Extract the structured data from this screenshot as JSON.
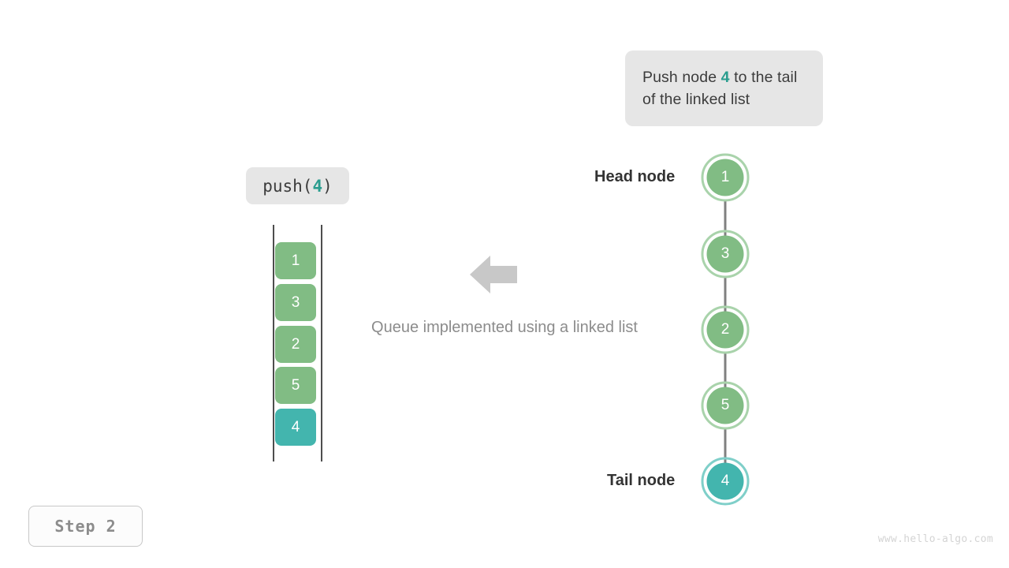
{
  "description": {
    "prefix": "Push node ",
    "highlight": "4",
    "suffix": " to the tail of the linked list"
  },
  "operation": {
    "name": "push(",
    "argument": "4",
    "close": ")"
  },
  "caption": "Queue implemented using a linked list",
  "queue": {
    "items": [
      {
        "value": "1",
        "color": "green"
      },
      {
        "value": "3",
        "color": "green"
      },
      {
        "value": "2",
        "color": "green"
      },
      {
        "value": "5",
        "color": "green"
      },
      {
        "value": "4",
        "color": "teal"
      }
    ]
  },
  "linked_list": {
    "head_label": "Head node",
    "tail_label": "Tail node",
    "nodes": [
      {
        "value": "1",
        "color": "green"
      },
      {
        "value": "3",
        "color": "green"
      },
      {
        "value": "2",
        "color": "green"
      },
      {
        "value": "5",
        "color": "green"
      },
      {
        "value": "4",
        "color": "teal"
      }
    ]
  },
  "step_badge": "Step 2",
  "watermark": "www.hello-algo.com",
  "colors": {
    "green": "#81bc84",
    "green_ring": "#a9d3ab",
    "teal": "#43b5ae",
    "teal_ring": "#7fcfc9",
    "arrow_gray": "#808080",
    "chip_bg": "#e6e6e6",
    "highlight": "#2a9d8f"
  }
}
